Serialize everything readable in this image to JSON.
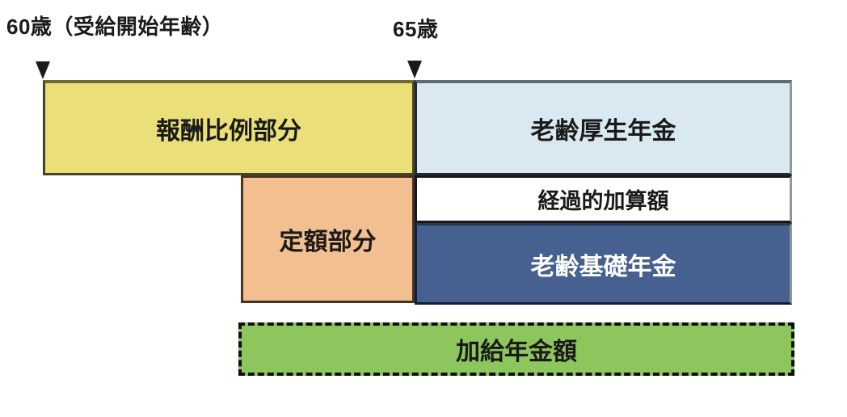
{
  "timeline": {
    "age_60_label": "60歳（受給開始年齢）",
    "age_65_label": "65歳",
    "marker_color": "#1A1A1A"
  },
  "boxes": {
    "earnings_related": {
      "label": "報酬比例部分",
      "fill": "#EBDF7A",
      "text_color": "#1A1A1A",
      "period": "60歳〜65歳"
    },
    "old_age_employee_pension": {
      "label": "老齢厚生年金",
      "fill": "#DAE9F1",
      "text_color": "#1A1A1A",
      "period": "65歳〜"
    },
    "fixed_amount": {
      "label": "定額部分",
      "fill": "#F4BF90",
      "text_color": "#1A1A1A"
    },
    "transitional_addition": {
      "label": "経過的加算額",
      "fill": "#FFFFFF",
      "text_color": "#1A1A1A"
    },
    "old_age_basic_pension": {
      "label": "老齢基礎年金",
      "fill": "#46618F",
      "text_color": "#FFFFFF"
    },
    "additional_pension_amount": {
      "label": "加給年金額",
      "fill": "#8CC65C",
      "text_color": "#1A1A1A",
      "border_style": "dashed"
    }
  }
}
